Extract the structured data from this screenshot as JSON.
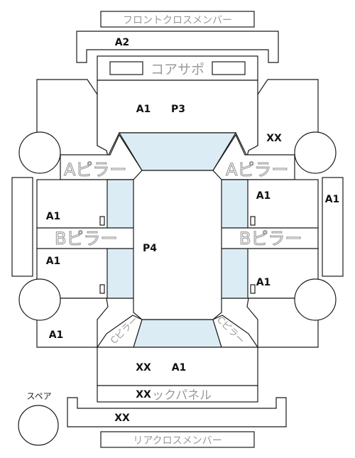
{
  "labels": {
    "front_cross_member": "フロントクロスメンバー",
    "core_support": "コアサポ",
    "a_pillar_left": "Aピラー",
    "a_pillar_right": "Aピラー",
    "b_pillar_left": "Bピラー",
    "b_pillar_right": "Bピラー",
    "c_pillar_left": "Cピラー",
    "c_pillar_right": "Cピラー",
    "back_panel": "ックパネル",
    "rear_cross_member": "リアクロスメンバー",
    "spare": "スペア"
  },
  "codes": {
    "front_member_inner": "A2",
    "bonnet_left": "A1",
    "bonnet_right": "P3",
    "front_fender_right": "XX",
    "front_door_left": "A1",
    "front_door_right": "A1",
    "left_side_sill": "",
    "right_side_sill": "A1",
    "roof": "P4",
    "rear_door_left": "A1",
    "rear_door_right": "A1",
    "rear_fender_left": "A1",
    "trunk_left": "XX",
    "trunk_right": "A1",
    "back_panel": "XX",
    "rear_member_inner": "XX"
  }
}
